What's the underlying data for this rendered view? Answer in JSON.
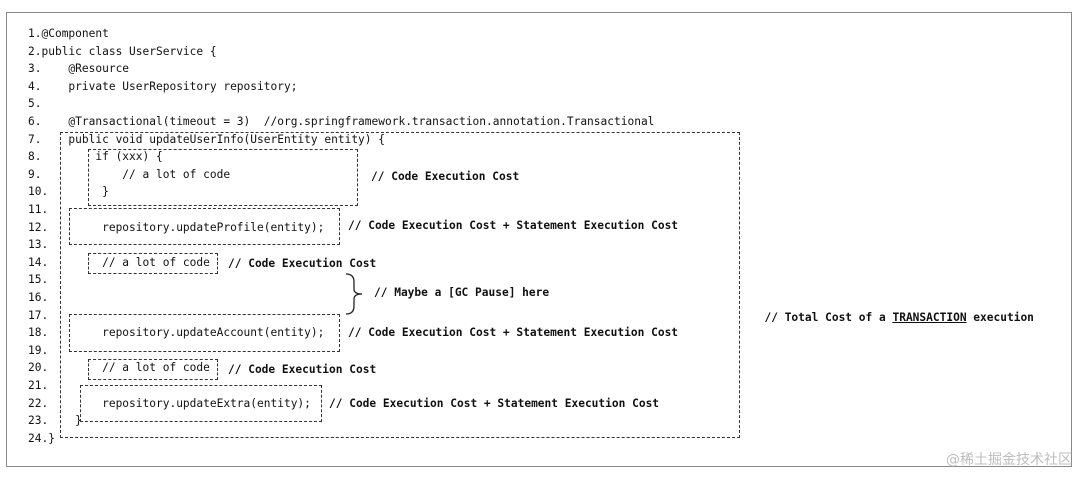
{
  "lines": [
    {
      "num": "1.",
      "text": "@Component"
    },
    {
      "num": "2.",
      "text": "public class UserService {"
    },
    {
      "num": "3.",
      "text": "    @Resource"
    },
    {
      "num": "4.",
      "text": "    private UserRepository repository;"
    },
    {
      "num": "5.",
      "text": ""
    },
    {
      "num": "6.",
      "text": "    @Transactional(timeout = 3)  //org.springframework.transaction.annotation.Transactional"
    },
    {
      "num": "7.",
      "text": "    public void updateUserInfo(UserEntity entity) {"
    },
    {
      "num": "8.",
      "text": "        if (xxx) {"
    },
    {
      "num": "9.",
      "text": "            // a lot of code"
    },
    {
      "num": "10.",
      "text": "        }"
    },
    {
      "num": "11.",
      "text": ""
    },
    {
      "num": "12.",
      "text": "        repository.updateProfile(entity);"
    },
    {
      "num": "13.",
      "text": ""
    },
    {
      "num": "14.",
      "text": "        // a lot of code"
    },
    {
      "num": "15.",
      "text": ""
    },
    {
      "num": "16.",
      "text": ""
    },
    {
      "num": "17.",
      "text": ""
    },
    {
      "num": "18.",
      "text": "        repository.updateAccount(entity);"
    },
    {
      "num": "19.",
      "text": ""
    },
    {
      "num": "20.",
      "text": "        // a lot of code"
    },
    {
      "num": "21.",
      "text": ""
    },
    {
      "num": "22.",
      "text": "        repository.updateExtra(entity);"
    },
    {
      "num": "23.",
      "text": "    }"
    },
    {
      "num": "24.",
      "text": "}"
    }
  ],
  "comments": {
    "if_block": "// Code Execution Cost",
    "update_profile": "// Code Execution Cost + Statement Execution Cost",
    "lot_of_code_1": "// Code Execution Cost",
    "gc_pause": "// Maybe a [GC Pause] here",
    "update_account": "// Code Execution Cost + Statement Execution Cost",
    "lot_of_code_2": "// Code Execution Cost",
    "update_extra": "// Code Execution Cost + Statement Execution Cost",
    "total_prefix": "// Total Cost of a ",
    "total_keyword": "TRANSACTION",
    "total_suffix": " execution"
  },
  "watermark": "@稀土掘金技术社区"
}
